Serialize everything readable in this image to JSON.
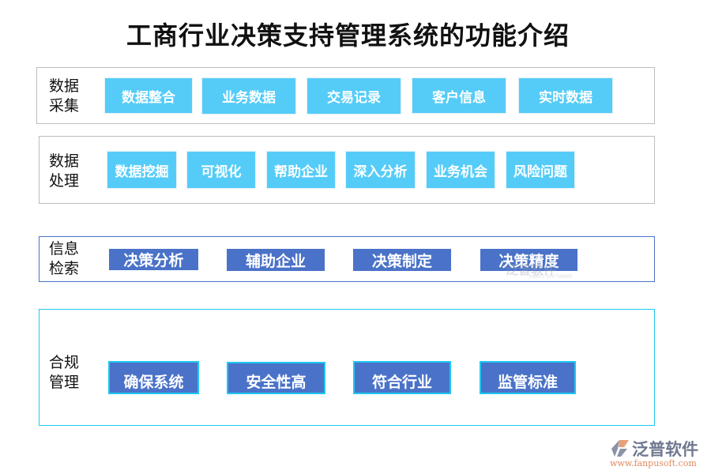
{
  "title": "工商行业决策支持管理系统的功能介绍",
  "sections": [
    {
      "label": "数据采集",
      "items": [
        "数据整合",
        "业务数据",
        "交易记录",
        "客户信息",
        "实时数据"
      ]
    },
    {
      "label": "数据处理",
      "items": [
        "数据挖掘",
        "可视化",
        "帮助企业",
        "深入分析",
        "业务机会",
        "风险问题"
      ]
    },
    {
      "label": "信息检索",
      "items": [
        "决策分析",
        "辅助企业",
        "决策制定",
        "决策精度"
      ]
    },
    {
      "label": "合规管理",
      "items": [
        "确保系统",
        "安全性高",
        "符合行业",
        "监管标准"
      ]
    }
  ],
  "watermark": {
    "name": "泛普软件",
    "sub": "FANPU SOFTWARE"
  },
  "logo": {
    "name": "泛普软件",
    "url": "www.fanpusoft.com"
  },
  "colors": {
    "light_button": "#55ccf8",
    "dark_button": "#4a72c8",
    "cyan_border": "#1ec8f0"
  }
}
